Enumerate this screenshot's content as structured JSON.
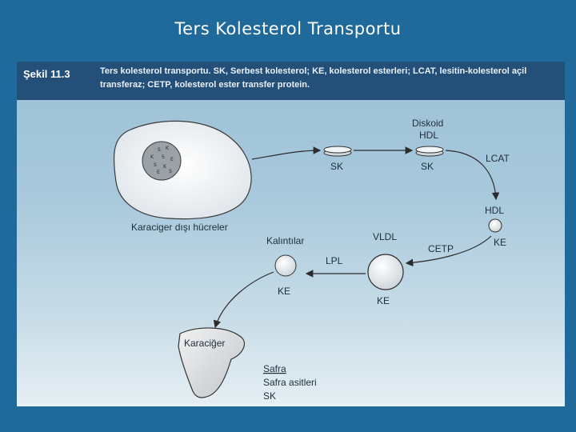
{
  "slide": {
    "title": "Ters Kolesterol Transportu"
  },
  "caption": {
    "figure_number": "Şekil 11.3",
    "text": "Ters kolesterol transportu. SK, Serbest kolesterol; KE, kolesterol esterleri; LCAT, lesitin-kolesterol açil transferaz; CETP, kolesterol ester transfer protein."
  },
  "diagram": {
    "cell_label": "Karaciger dışı hücreler",
    "sk_left": "SK",
    "diskoid_label": "Diskoid",
    "hdl_top_label": "HDL",
    "sk_right": "SK",
    "lcat_label": "LCAT",
    "hdl_label": "HDL",
    "ke_hdl": "KE",
    "cetp_label": "CETP",
    "vldl_label": "VLDL",
    "ke_vldl": "KE",
    "lpl_label": "LPL",
    "remnants_label": "Kalıntılar",
    "ke_remnant": "KE",
    "liver_label": "Karaciğer",
    "output_bile": "Safra",
    "output_bile_acids": "Safra asitleri",
    "output_sk": "SK"
  },
  "colors": {
    "slide_background": "#1f6a9a",
    "caption_bar": "#244f78",
    "arrow": "#2b2b2b"
  }
}
